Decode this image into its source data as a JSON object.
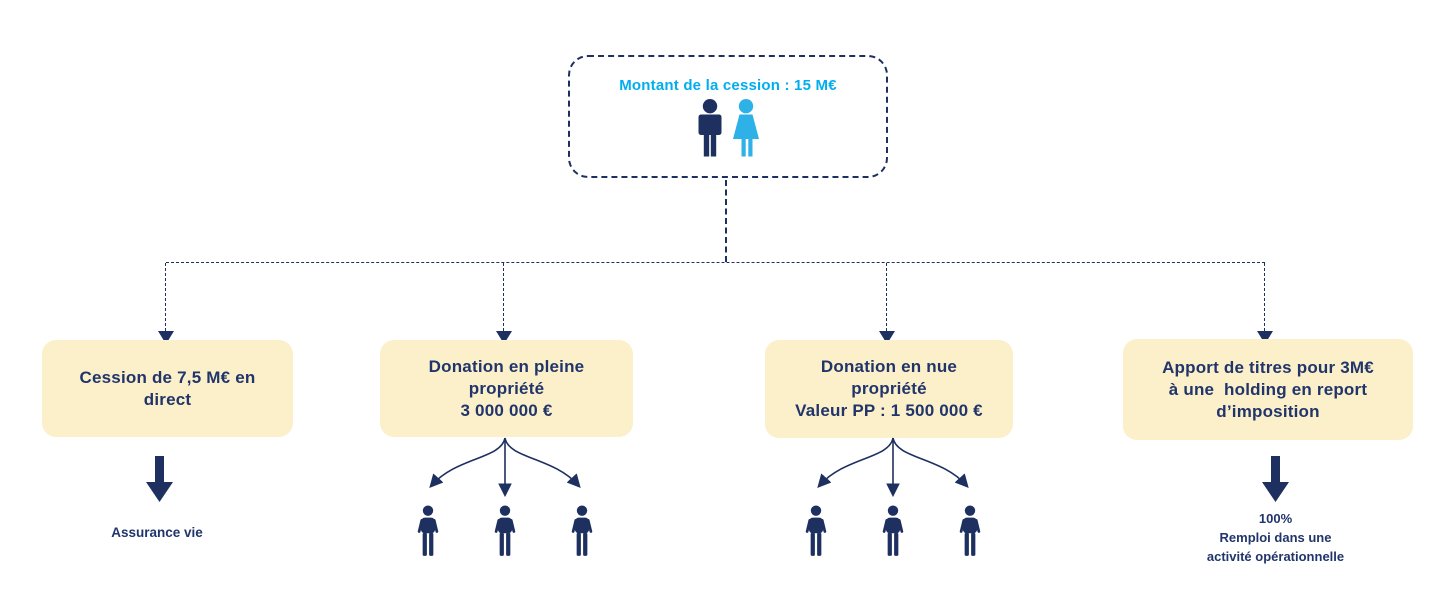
{
  "colors": {
    "navy": "#1E3060",
    "text_navy": "#21356B",
    "light_blue": "#00AEEF",
    "woman_blue": "#2EB1E7",
    "box_cream": "#FBF0CA"
  },
  "root": {
    "title": "Montant de la cession : 15 M€"
  },
  "branches": [
    {
      "box_lines": [
        "Cession de 7,5 M€ en",
        "direct"
      ],
      "outcome_lines": [
        "Assurance vie"
      ]
    },
    {
      "box_lines": [
        "Donation en pleine",
        "propriété",
        "3 000 000 €"
      ],
      "child_count": 3
    },
    {
      "box_lines": [
        "Donation en nue",
        "propriété",
        "Valeur PP : 1 500 000 €"
      ],
      "child_count": 3
    },
    {
      "box_lines": [
        "Apport de titres pour 3M€",
        "à une  holding en report",
        "d’imposition"
      ],
      "outcome_lines": [
        "100%",
        "Remploi dans une",
        "activité opérationnelle"
      ]
    }
  ],
  "icons": {
    "root_couple": [
      "man-icon",
      "woman-icon"
    ],
    "beneficiary": "person-icon",
    "outcome_arrow": "down-block-arrow-icon"
  }
}
